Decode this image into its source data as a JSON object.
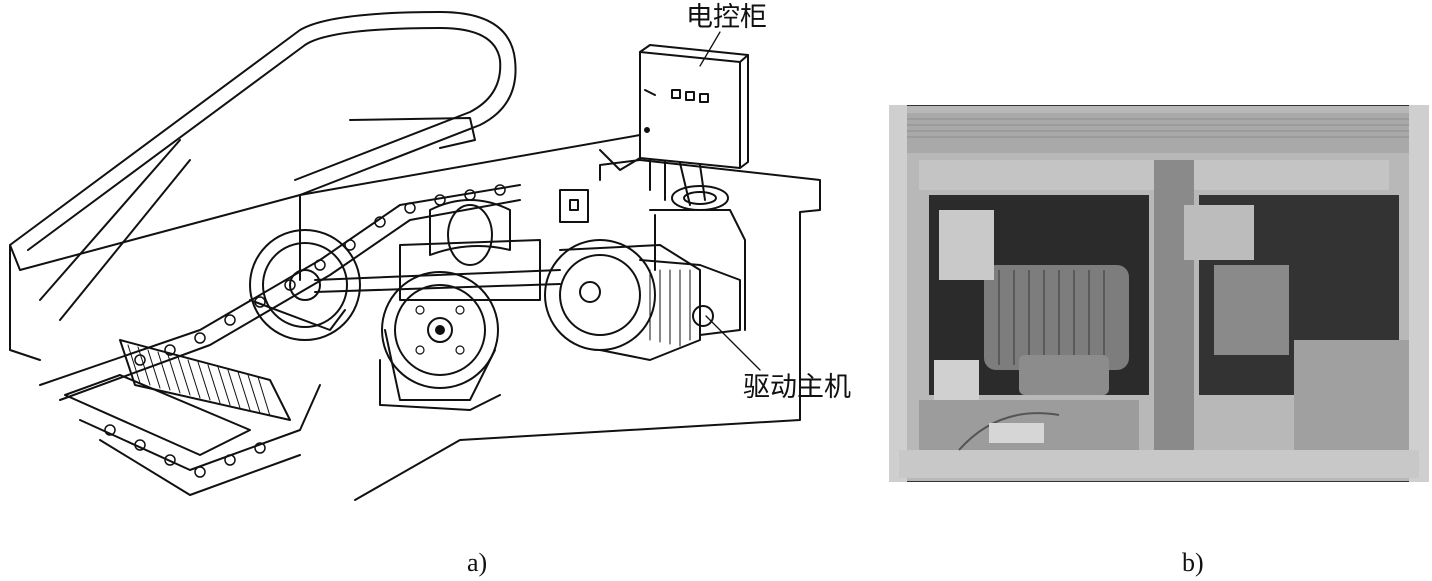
{
  "labels": {
    "control_cabinet": "电控柜",
    "drive_unit": "驱动主机"
  },
  "captions": {
    "a": "a)",
    "b": "b)"
  },
  "colors": {
    "ink": "#111111",
    "photo_metal": "#9a9a9a",
    "photo_dark": "#2b2b2b"
  }
}
